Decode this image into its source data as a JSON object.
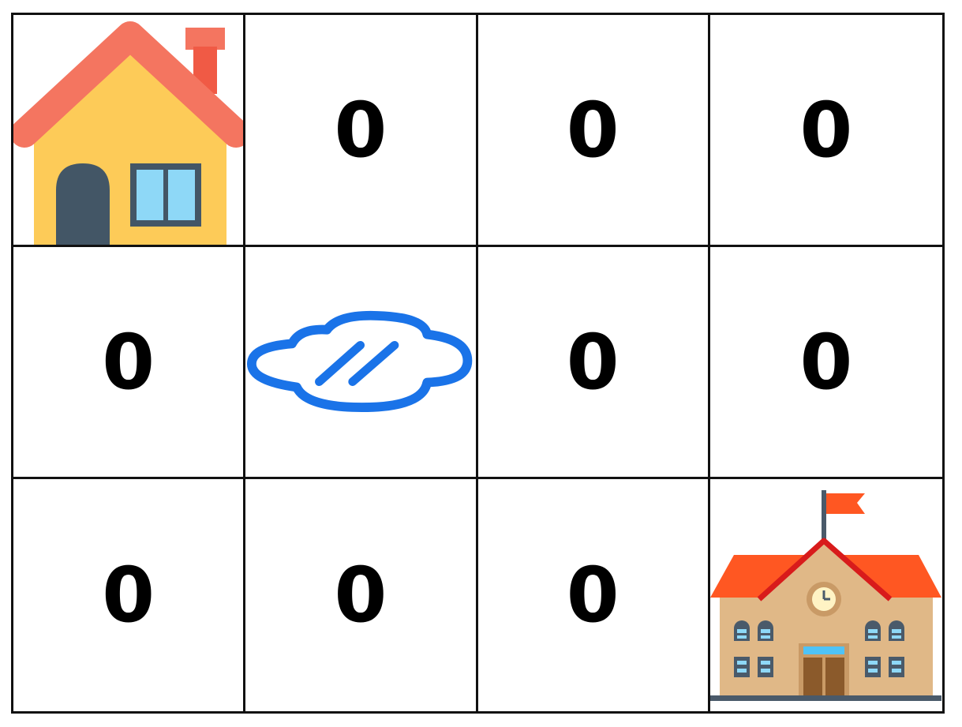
{
  "grid": {
    "rows": 3,
    "cols": 4,
    "cells": [
      [
        {
          "type": "icon",
          "icon": "house-icon"
        },
        {
          "type": "number",
          "value": "0"
        },
        {
          "type": "number",
          "value": "0"
        },
        {
          "type": "number",
          "value": "0"
        }
      ],
      [
        {
          "type": "number",
          "value": "0"
        },
        {
          "type": "icon",
          "icon": "puddle-icon"
        },
        {
          "type": "number",
          "value": "0"
        },
        {
          "type": "number",
          "value": "0"
        }
      ],
      [
        {
          "type": "number",
          "value": "0"
        },
        {
          "type": "number",
          "value": "0"
        },
        {
          "type": "number",
          "value": "0"
        },
        {
          "type": "icon",
          "icon": "school-icon"
        }
      ]
    ]
  },
  "colors": {
    "grid_line": "#111111",
    "roof": "#f47560",
    "house_wall": "#fdcb58",
    "door": "#435666",
    "window": "#8ed8f7",
    "puddle": "#1a73e8",
    "school_roof": "#ff5722",
    "school_wall": "#e0b887"
  }
}
